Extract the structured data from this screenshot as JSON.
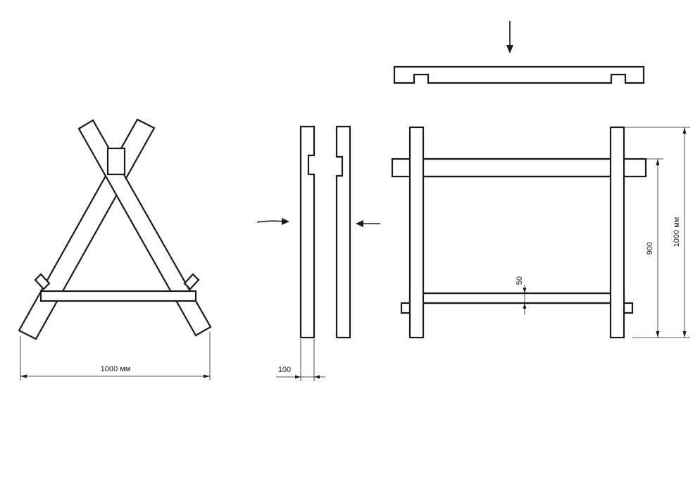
{
  "dimensions": {
    "front_width": "1000 мм",
    "beam_thickness": "100",
    "notch_depth": "50",
    "inner_height": "900",
    "total_height": "1000 мм"
  },
  "colors": {
    "line": "#1a1a1a",
    "background": "#ffffff"
  }
}
